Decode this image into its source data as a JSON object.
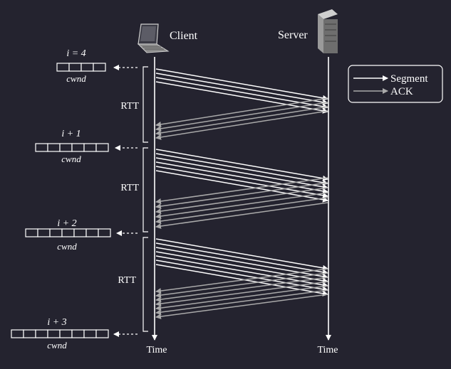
{
  "client": {
    "label": "Client",
    "icon": "laptop-icon"
  },
  "server": {
    "label": "Server",
    "icon": "server-tower-icon"
  },
  "axis": {
    "time_left": "Time",
    "time_right": "Time"
  },
  "legend": {
    "segment": "Segment",
    "ack": "ACK"
  },
  "rtt_label": "RTT",
  "windows": [
    {
      "label": "i = 4",
      "sub": "cwnd",
      "cells": 4
    },
    {
      "label": "i + 1",
      "sub": "cwnd",
      "cells": 6
    },
    {
      "label": "i + 2",
      "sub": "cwnd",
      "cells": 7
    },
    {
      "label": "i + 3",
      "sub": "cwnd",
      "cells": 8
    }
  ],
  "rounds": [
    {
      "segments": 4,
      "acks": 4
    },
    {
      "segments": 6,
      "acks": 6
    },
    {
      "segments": 7,
      "acks": 7
    }
  ],
  "colors": {
    "background": "#24232f",
    "segment": "#ffffff",
    "ack": "#aaaaaa"
  }
}
